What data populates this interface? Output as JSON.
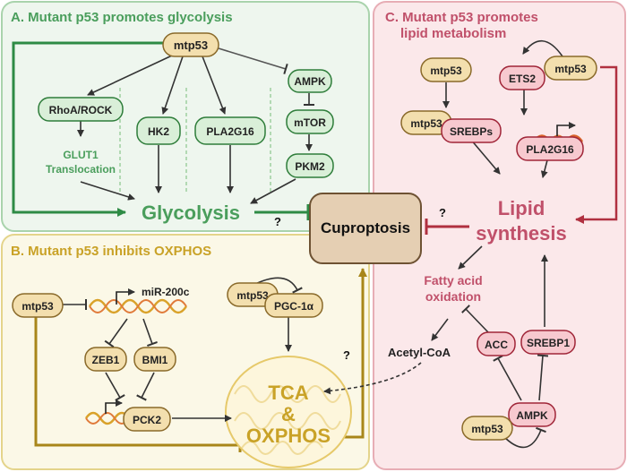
{
  "panel_a": {
    "title": "A. Mutant p53 promotes glycolysis",
    "mtp53": "mtp53",
    "rhoa_rock": "RhoA/ROCK",
    "glut1_line1": "GLUT1",
    "glut1_line2": "Translocation",
    "hk2": "HK2",
    "pla2g16": "PLA2G16",
    "ampk": "AMPK",
    "mtor": "mTOR",
    "pkm2": "PKM2",
    "glycolysis": "Glycolysis"
  },
  "panel_b": {
    "title": "B. Mutant p53 inhibits OXPHOS",
    "mtp53_left": "mtp53",
    "mir200c": "miR-200c",
    "zeb1": "ZEB1",
    "bmi1": "BMI1",
    "pck2": "PCK2",
    "mtp53_pgc": "mtp53",
    "pgc1a": "PGC-1α",
    "tca": "TCA",
    "amp": "&",
    "oxphos": "OXPHOS"
  },
  "panel_c": {
    "title_line1": "C. Mutant p53 promotes",
    "title_line2": "lipid metabolism",
    "mtp53_top": "mtp53",
    "mtp53_srebps": "mtp53",
    "srebps": "SREBPs",
    "ets2": "ETS2",
    "mtp53_ets2": "mtp53",
    "pla2g16": "PLA2G16",
    "lipid_line1": "Lipid",
    "lipid_line2": "synthesis",
    "fao_line1": "Fatty acid",
    "fao_line2": "oxidation",
    "acetyl_coa": "Acetyl-CoA",
    "acc": "ACC",
    "srebp1": "SREBP1",
    "ampk": "AMPK",
    "mtp53_bottom": "mtp53"
  },
  "center": {
    "cuproptosis": "Cuproptosis",
    "q1": "?",
    "q2": "?",
    "q3": "?"
  },
  "colors": {
    "green_dark": "#2e8b45",
    "green_text": "#4a9e5c",
    "gold": "#b38f1a",
    "gold_text": "#c9a227",
    "red": "#b03040",
    "red_text": "#c0506a",
    "mtp53_fill": "#f3dfae",
    "cupro_fill": "#e5cfb3"
  }
}
